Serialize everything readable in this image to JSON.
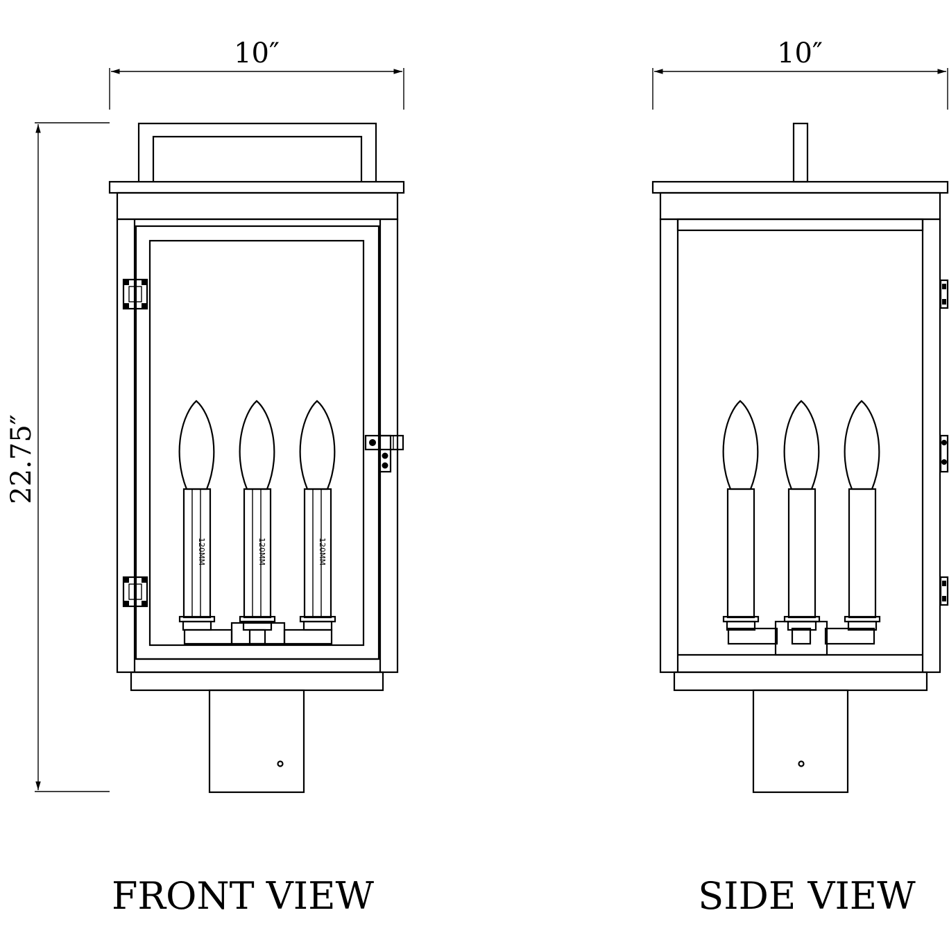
{
  "front_view": {
    "title": "FRONT VIEW",
    "width_dimension": "10″",
    "height_dimension": "22.75″",
    "candle_label": "120MM"
  },
  "side_view": {
    "title": "SIDE VIEW",
    "width_dimension": "10″"
  }
}
